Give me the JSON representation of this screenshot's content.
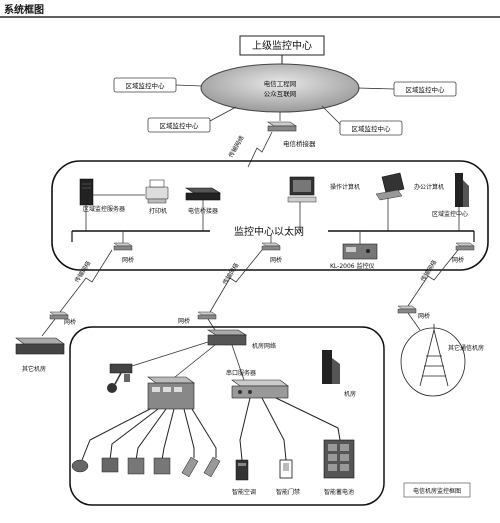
{
  "header": {
    "title": "系统框图"
  },
  "top": {
    "upper_center": "上级监控中心"
  },
  "cloud": {
    "line1": "电信工程网",
    "line2": "公众互联网"
  },
  "regions": {
    "left_top": "区域监控中心",
    "right_top": "区域监控中心",
    "left_bottom": "区域监控中心",
    "right_bottom": "区域监控中心"
  },
  "links": {
    "telecom": "传输网络",
    "bridge_router": "电信桥接器",
    "bridge": "网桥"
  },
  "center": {
    "title": "监控中心以太网",
    "server": "区域监控服务器",
    "printer": "打印机",
    "bridge_router": "电信桥接器",
    "operator_pc": "操作计算机",
    "office_pc": "办公计算机",
    "region_center": "区域监控中心",
    "kl_device": "KL-2006 监控仪"
  },
  "other": {
    "room": "其它机房",
    "telecom_room": "其它通信机房"
  },
  "room": {
    "network": "机房网络",
    "serial_server": "串口服务器",
    "building": "机房",
    "ac": "智能空调",
    "door": "智能门禁",
    "battery": "智能蓄电池",
    "caption": "电信机房监控框图"
  }
}
